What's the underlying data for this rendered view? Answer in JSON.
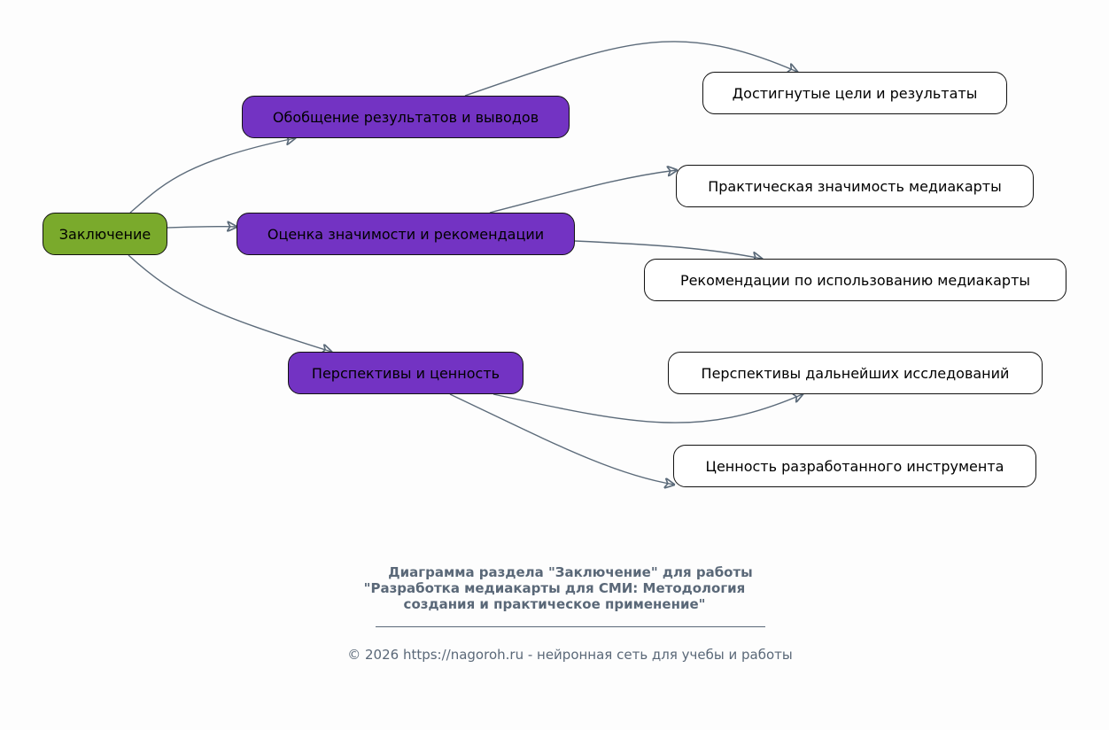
{
  "root": {
    "label": "Заключение"
  },
  "branches": [
    {
      "label": "Обобщение результатов и выводов",
      "children": [
        "Достигнутые цели и результаты"
      ]
    },
    {
      "label": "Оценка значимости и рекомендации",
      "children": [
        "Практическая значимость медиакарты",
        "Рекомендации по использованию медиакарты"
      ]
    },
    {
      "label": "Перспективы и ценность",
      "children": [
        "Перспективы дальнейших исследований",
        "Ценность разработанного инструмента"
      ]
    }
  ],
  "caption": {
    "lines": [
      "Диаграмма раздела \"Заключение\" для работы",
      "\"Разработка медиакарты для СМИ: Методология",
      "создания и практическое применение\""
    ],
    "footer": "© 2026 https://nagoroh.ru - нейронная сеть для учебы и работы"
  },
  "colors": {
    "root": "#7aaa2c",
    "branch": "#7333c3",
    "leaf": "#ffffff",
    "edge": "#5c6b7a",
    "caption": "#5a6878"
  }
}
